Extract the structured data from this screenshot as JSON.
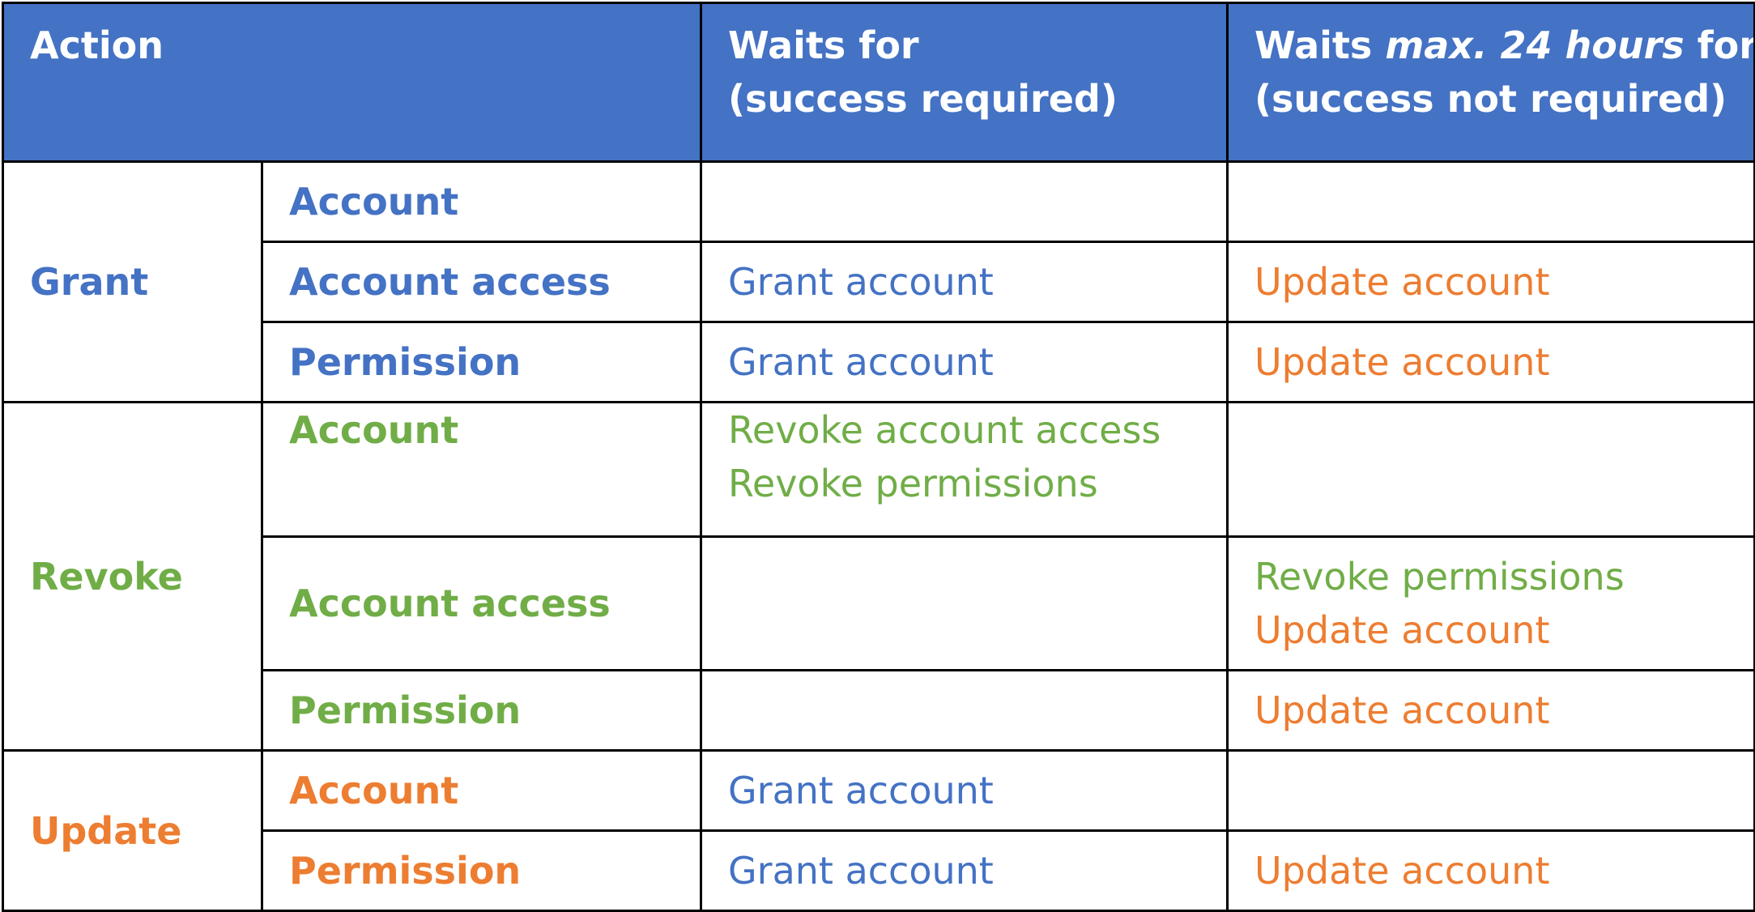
{
  "colors": {
    "header_bg": "#4472c4",
    "header_text": "#ffffff",
    "grant": "#4472c4",
    "revoke": "#70ad47",
    "update": "#ed7d31",
    "border": "#000000"
  },
  "header": {
    "action": "Action",
    "waits_for_line1": "Waits for",
    "waits_for_line2": "(success required)",
    "waits_max_pre": "Waits ",
    "waits_max_italic": "max. 24 hours",
    "waits_max_post": " for",
    "waits_max_line2": "(success not required)"
  },
  "groups": [
    {
      "action": "Grant",
      "rows": [
        {
          "object": "Account",
          "waits_for": [],
          "waits_max": []
        },
        {
          "object": "Account access",
          "waits_for": [
            "Grant account"
          ],
          "waits_max": [
            "Update account"
          ]
        },
        {
          "object": "Permission",
          "waits_for": [
            "Grant account"
          ],
          "waits_max": [
            "Update account"
          ]
        }
      ]
    },
    {
      "action": "Revoke",
      "rows": [
        {
          "object": "Account",
          "waits_for": [
            "Revoke account access",
            "Revoke permissions"
          ],
          "waits_max": []
        },
        {
          "object": "Account access",
          "waits_for": [],
          "waits_max": [
            "Revoke permissions",
            "Update account"
          ]
        },
        {
          "object": "Permission",
          "waits_for": [],
          "waits_max": [
            "Update account"
          ]
        }
      ]
    },
    {
      "action": "Update",
      "rows": [
        {
          "object": "Account",
          "waits_for": [
            "Grant account"
          ],
          "waits_max": []
        },
        {
          "object": "Permission",
          "waits_for": [
            "Grant account"
          ],
          "waits_max": [
            "Update account"
          ]
        }
      ]
    }
  ]
}
